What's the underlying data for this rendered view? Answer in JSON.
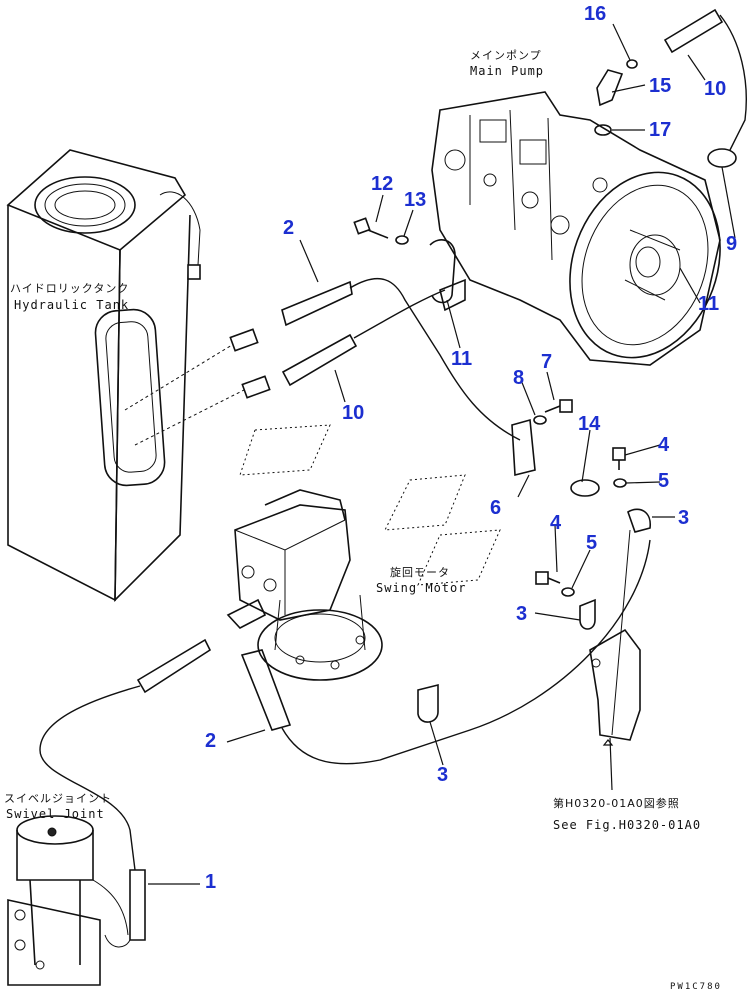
{
  "labels": {
    "main_pump_jp": "メインポンプ",
    "main_pump_en": "Main Pump",
    "hydraulic_tank_jp": "ハイドロリックタンク",
    "hydraulic_tank_en": "Hydraulic Tank",
    "swing_motor_jp": "旋回モータ",
    "swing_motor_en": "Swing Motor",
    "swivel_joint_jp": "スイベルジョイント",
    "swivel_joint_en": "Swivel Joint",
    "reference_jp": "第H0320-01A0図参照",
    "reference_en": "See Fig.H0320-01A0",
    "drawing_code": "PW1C780"
  },
  "callouts": {
    "c1": "1",
    "c2a": "2",
    "c2b": "2",
    "c3a": "3",
    "c3b": "3",
    "c3c": "3",
    "c4a": "4",
    "c4b": "4",
    "c5a": "5",
    "c5b": "5",
    "c6": "6",
    "c7": "7",
    "c8": "8",
    "c9": "9",
    "c10a": "10",
    "c10b": "10",
    "c11a": "11",
    "c11b": "11",
    "c12": "12",
    "c13": "13",
    "c14": "14",
    "c15": "15",
    "c16": "16",
    "c17": "17"
  },
  "colors": {
    "callout": "#1c2fd0",
    "line": "#111111"
  }
}
